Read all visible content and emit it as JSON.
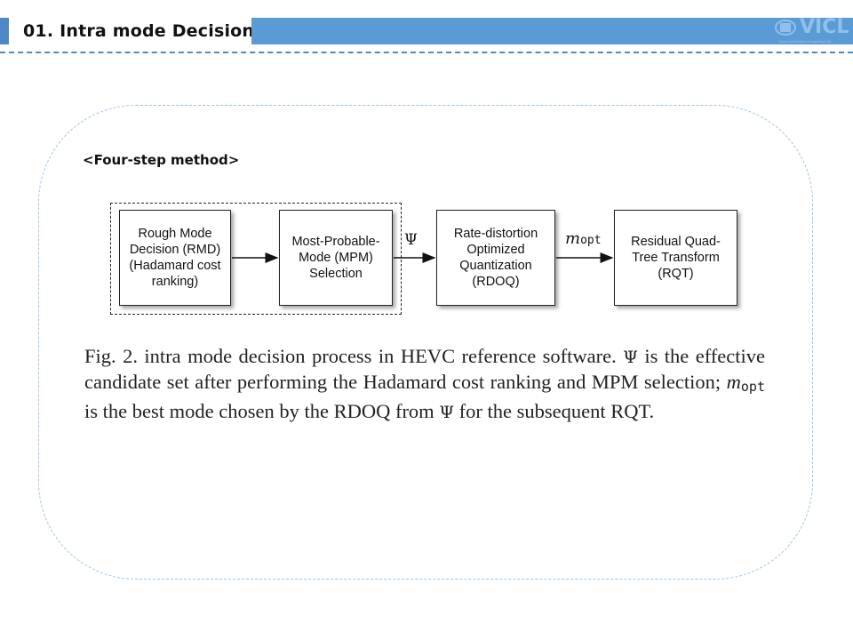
{
  "header": {
    "title": "01. Intra mode Decision",
    "logo_text": "VICL",
    "logo_sub": "Video Information Computing Lab"
  },
  "colors": {
    "header_bar": "#5b9bd5",
    "header_accent": "#4e87c8",
    "panel_border": "#9fc3e3"
  },
  "section": {
    "label": "<Four-step method>"
  },
  "diagram": {
    "boxes": [
      {
        "label": "Rough Mode\nDecision (RMD)\n(Hadamard cost\nranking)"
      },
      {
        "label": "Most-Probable-\nMode (MPM)\nSelection"
      },
      {
        "label": "Rate-distortion\nOptimized\nQuantization\n(RDOQ)"
      },
      {
        "label": "Residual Quad-\nTree Transform\n(RQT)"
      }
    ],
    "psi_label": "Ψ",
    "mopt_label": {
      "m": "m",
      "sub": "opt"
    }
  },
  "caption": {
    "part1": "Fig. 2.   intra mode decision process in HEVC reference software. ",
    "psi1": "Ψ",
    "part2": " is the effective candidate set after performing the Hadamard cost ranking and MPM selection; ",
    "m": "m",
    "sub": "opt",
    "part3": " is the best mode chosen by the RDOQ from ",
    "psi2": "Ψ",
    "part4": " for the subsequent RQT."
  }
}
